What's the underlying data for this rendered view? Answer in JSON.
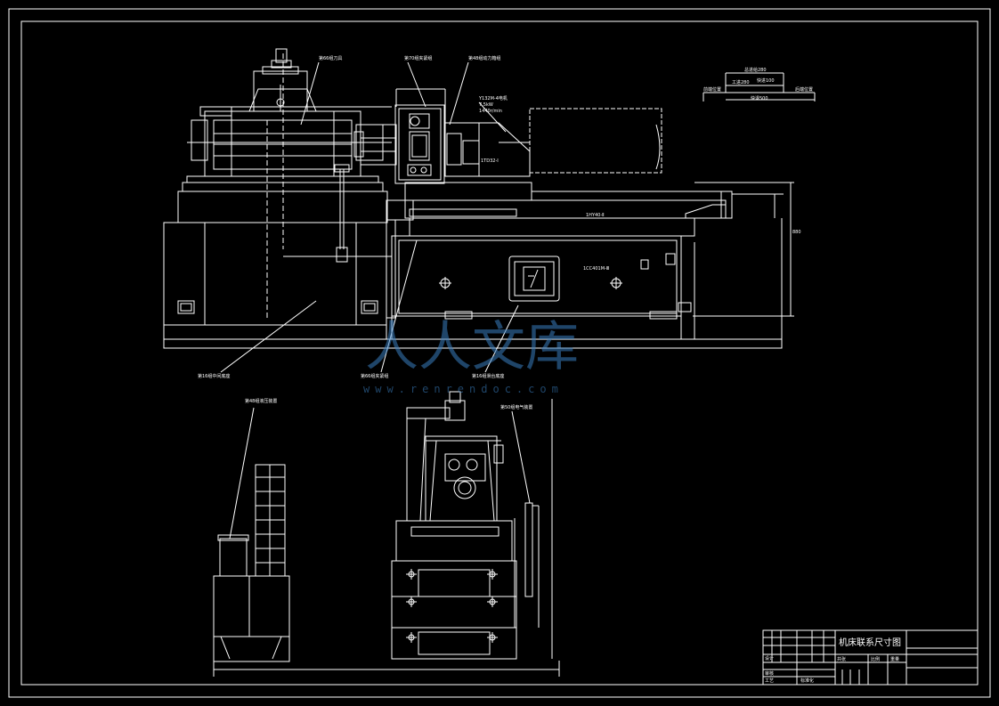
{
  "drawing": {
    "title": "机床联系尺寸图",
    "colors": {
      "background": "#000000",
      "line": "#ffffff",
      "accent": "#ffff66",
      "watermark": "#3a7fc0"
    }
  },
  "labels": {
    "callout_top_1": "第66组刀具",
    "callout_top_2": "第70组夹紧组",
    "callout_top_3": "第48组动力箱组",
    "motor_spec_1": "Y132M-4电机",
    "motor_spec_2": "7.5kW",
    "motor_spec_3": "1440r/min",
    "power_box_model": "1TD32-Ⅰ",
    "slide_model": "1HY40-Ⅱ",
    "base_model": "1CC401M-Ⅲ",
    "callout_bottom_1": "第16组中间底座",
    "callout_bottom_2": "第66组夹紧组",
    "callout_bottom_3": "第16组滑台底座",
    "callout_side_1": "第48组液压装置",
    "callout_side_2": "第50组电气装置",
    "dim_top_1": "总进给280",
    "dim_top_2": "工进280",
    "dim_top_3": "快进100",
    "dim_top_4": "前端位置",
    "dim_top_5": "快退500",
    "dim_top_6": "后端位置",
    "dim_side_h": "880"
  },
  "title_block": {
    "row1": "设计",
    "row2": "审核",
    "row3": "工艺",
    "row4": "标准化",
    "col_scale": "比例",
    "col_weight": "重量",
    "col_sheet": "共张"
  },
  "watermark": {
    "main": "人人文库",
    "url": "www.renrendoc.com"
  }
}
